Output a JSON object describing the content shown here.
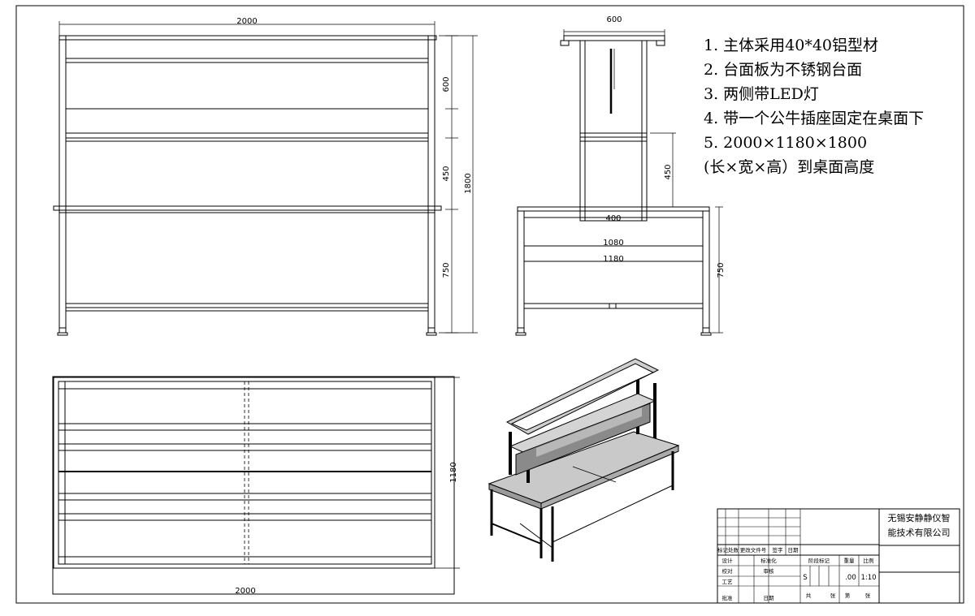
{
  "front_view": {
    "width_dim": "2000",
    "height_total": "1800",
    "dim_top": "600",
    "dim_mid": "450",
    "dim_bottom": "750"
  },
  "side_view": {
    "top_width": "600",
    "shelf_height": "450",
    "upright_width": "400",
    "inner_width": "1080",
    "outer_width": "1180",
    "table_height": "750"
  },
  "top_view": {
    "width_dim": "2000",
    "depth_dim": "1180"
  },
  "notes": [
    "1. 主体采用40*40铝型材",
    "2. 台面板为不锈钢台面",
    "3. 两侧带LED灯",
    "4. 带一个公牛插座固定在桌面下",
    "5. 2000×1180×1800",
    "(长×宽×高）到桌面高度"
  ],
  "title_block": {
    "company_line1": "无锡安静静仪智",
    "company_line2": "能技术有限公司",
    "r1c1": "标记处数",
    "r1c2": "更改文件号",
    "r1c3": "签字",
    "r1c4": "日期",
    "design": "设计",
    "standardize": "标准化",
    "check": "校对",
    "audit": "审核",
    "process": "工艺",
    "approve": "批准",
    "stage_mark": "阶段标记",
    "weight": "重量",
    "scale": "比例",
    "stage_s": "S",
    "weight_val": ".00",
    "scale_val": "1:10",
    "total": "共",
    "sheet_word": "张",
    "no_word": "第",
    "sheet_word2": "张",
    "date": "日期"
  }
}
